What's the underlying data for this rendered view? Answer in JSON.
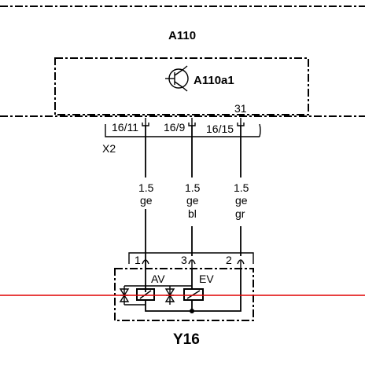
{
  "diagram": {
    "top_module": "A110",
    "sub_module": "A110a1",
    "connector_name": "X2",
    "bottom_component": "Y16",
    "pins_top": {
      "pin1": "16/11",
      "pin2": "16/9",
      "pin3": "16/15",
      "ground": "31"
    },
    "wires": [
      {
        "size": "1.5",
        "color1": "ge",
        "color2": ""
      },
      {
        "size": "1.5",
        "color1": "ge",
        "color2": "bl"
      },
      {
        "size": "1.5",
        "color1": "ge",
        "color2": "gr"
      }
    ],
    "pins_bottom": [
      "1",
      "3",
      "2"
    ],
    "valves": {
      "left": "AV",
      "right": "EV"
    },
    "highlight_color": "#e00000"
  }
}
